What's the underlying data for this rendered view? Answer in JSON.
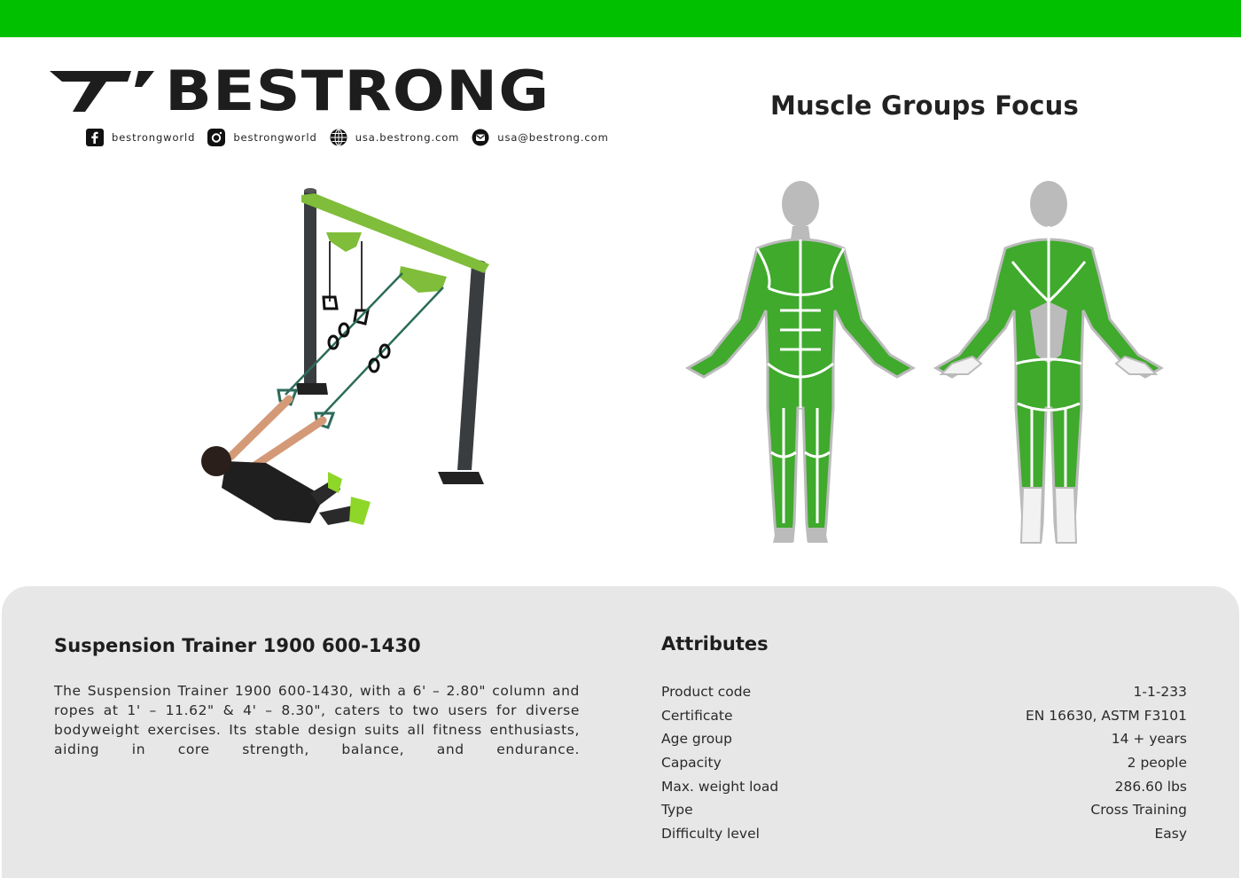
{
  "header": {
    "accent_color": "#00c000",
    "brand": {
      "name": "BESTRONG",
      "mark": "7'"
    },
    "social": [
      {
        "icon": "facebook-icon",
        "text": "bestrongworld"
      },
      {
        "icon": "instagram-icon",
        "text": "bestrongworld"
      },
      {
        "icon": "globe-icon",
        "text": "usa.bestrong.com"
      },
      {
        "icon": "mail-icon",
        "text": "usa@bestrong.com"
      }
    ]
  },
  "muscle_section": {
    "title": "Muscle Groups Focus",
    "highlight_color": "#3faa2c",
    "inactive_color": "#bbbbbb",
    "views": [
      "front",
      "back"
    ]
  },
  "product": {
    "image_alt": "Suspension trainer with two green crossbar rope stations and a user performing a row exercise",
    "title": "Suspension Trainer 1900 600-1430",
    "description": "The Suspension Trainer 1900 600-1430, with a 6' – 2.80\" column and ropes at 1' – 11.62\" & 4' – 8.30\", caters to two users for diver­se bodyweight exercises. Its stable design suits all fitness ent­husiasts, aiding in core strength, balance, and endurance."
  },
  "attributes": {
    "title": "Attributes",
    "rows": [
      {
        "label": "Product code",
        "value": "1-1-233"
      },
      {
        "label": "Certificate",
        "value": "EN 16630, ASTM F3101"
      },
      {
        "label": "Age group",
        "value": "14 + years"
      },
      {
        "label": "Capacity",
        "value": "2 people"
      },
      {
        "label": "Max. weight load",
        "value": "286.60 lbs"
      },
      {
        "label": "Type",
        "value": "Cross Training"
      },
      {
        "label": "Difficulty level",
        "value": "Easy"
      }
    ]
  }
}
